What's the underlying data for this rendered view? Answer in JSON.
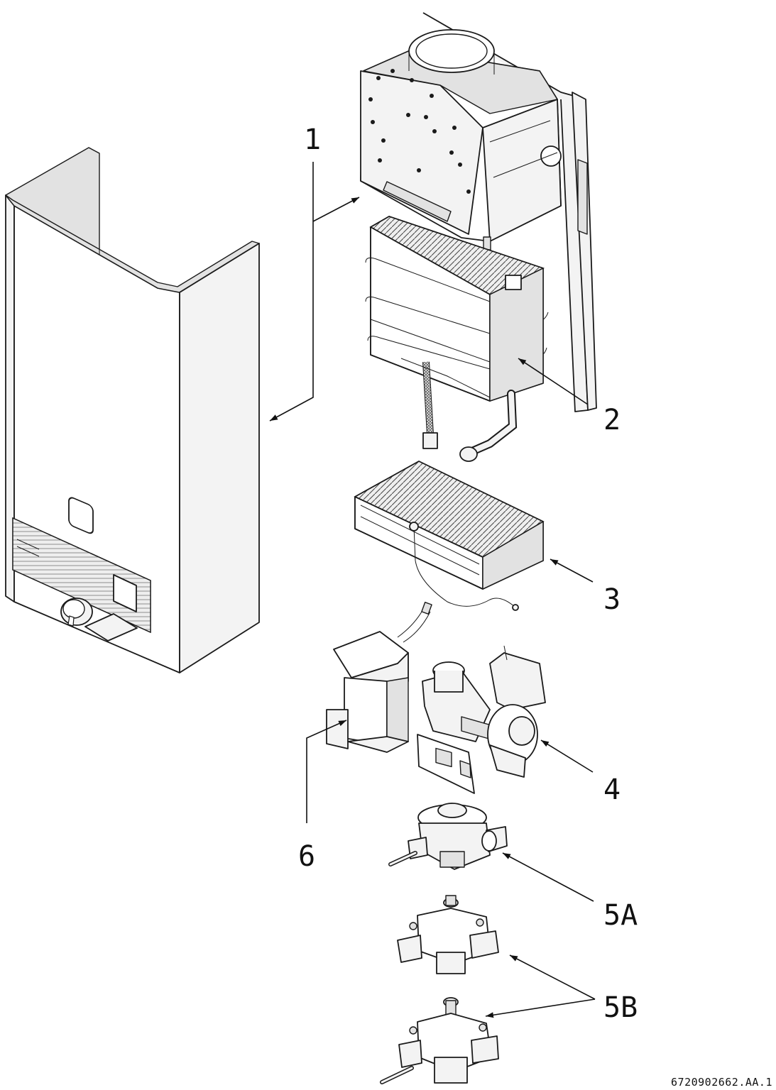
{
  "labels": {
    "l1": "1",
    "l2": "2",
    "l3": "3",
    "l4": "4",
    "l5a": "5A",
    "l5b": "5B",
    "l6": "6"
  },
  "drawing_code": "6720902662.AA.1"
}
